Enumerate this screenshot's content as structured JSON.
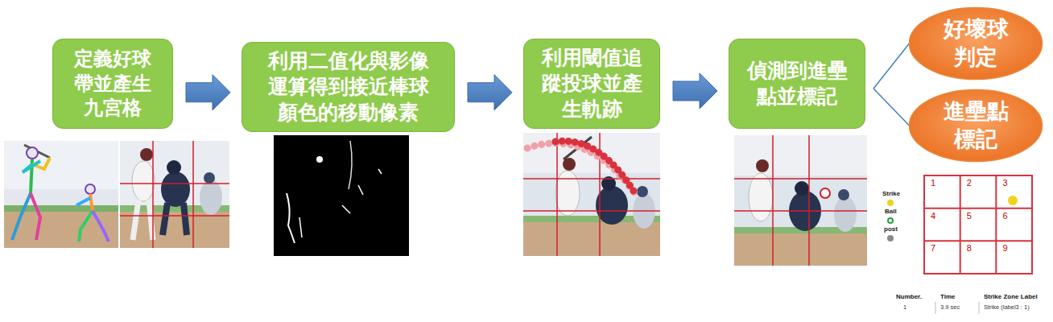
{
  "diagram": {
    "nodes": [
      {
        "text": [
          "定義好球 帶並產生 九宮格"
        ]
      },
      {
        "text": [
          "利用二值化與影像 運算得到接近棒球 顏色的移動像素"
        ]
      },
      {
        "text": [
          "利用閾值追 蹤投球並產 生軌跡"
        ]
      },
      {
        "text": [
          "偵測到進壘 點並標記"
        ]
      },
      {
        "text": [
          "好壞球 判定"
        ]
      },
      {
        "text": [
          "進壘點 標記"
        ]
      }
    ],
    "edges": [
      {
        "from": 0,
        "to": 1,
        "arrow": "to"
      },
      {
        "from": 1,
        "to": 2,
        "arrow": "to"
      },
      {
        "from": 2,
        "to": 3,
        "arrow": "to"
      },
      {
        "from": 3,
        "to": 4,
        "arrow": "none"
      },
      {
        "from": 3,
        "to": 5,
        "arrow": "none"
      }
    ],
    "labels": [
      "1",
      "2",
      "3",
      "4",
      "5",
      "6",
      "7",
      "8",
      "9",
      "Number.",
      "Time",
      "Strike Zone Label",
      "1",
      "3.9 sec",
      "Strike (label3 : 1)"
    ],
    "legend": [
      {
        "text": "Strike",
        "color": "#f2d21c"
      },
      {
        "text": "Ball"
      },
      {
        "text": "post",
        "color": "#8a8a8a"
      }
    ]
  }
}
